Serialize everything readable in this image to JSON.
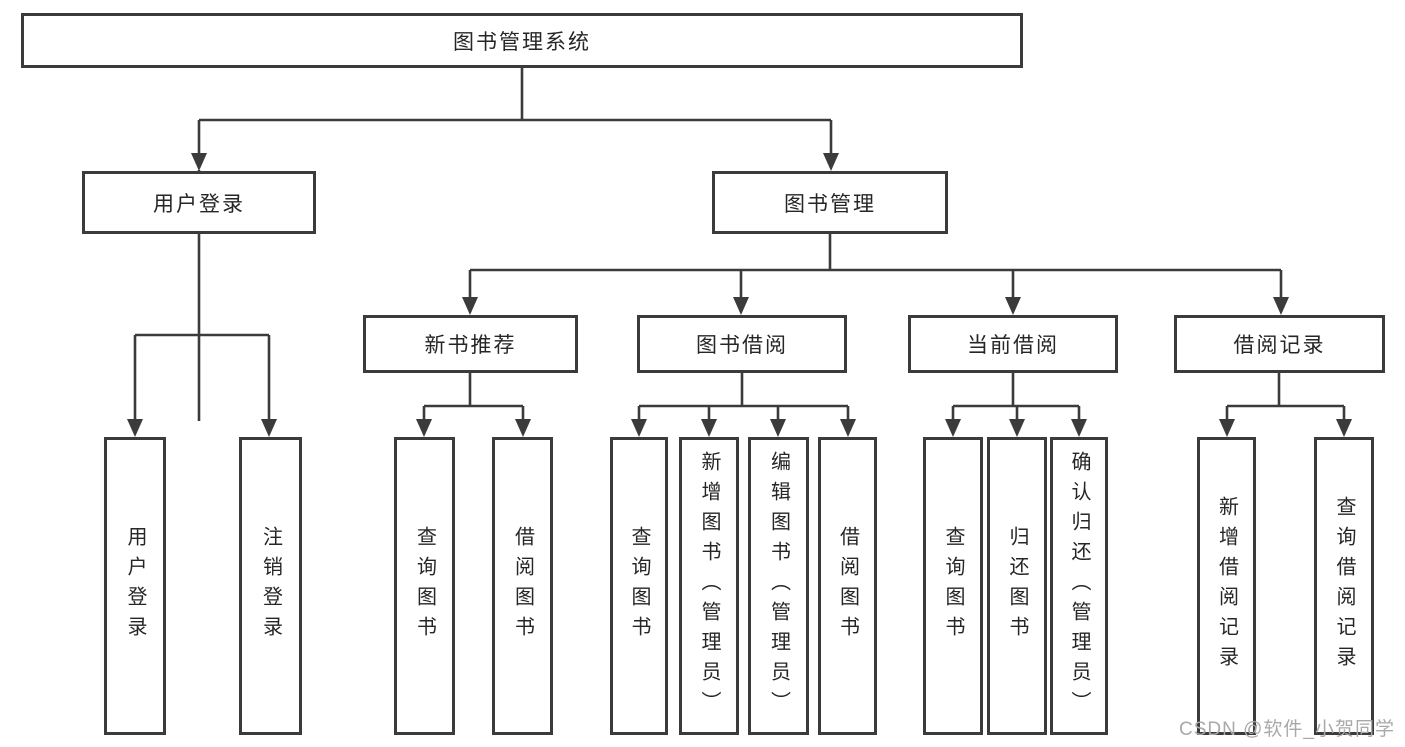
{
  "diagram": {
    "watermark": "CSDN @软件_小贺同学",
    "colors": {
      "box_border": "#3b3b3b",
      "connector_line": "#3b3b3b",
      "text": "#262626",
      "watermark_text": "#a9a9a9",
      "background": "#ffffff"
    },
    "tree": {
      "root": "图书管理系统",
      "children": [
        {
          "label": "用户登录",
          "children": [
            "用户登录",
            "注销登录"
          ]
        },
        {
          "label": "图书管理",
          "children": [
            {
              "label": "新书推荐",
              "children": [
                "查询图书",
                "借阅图书"
              ]
            },
            {
              "label": "图书借阅",
              "children": [
                "查询图书",
                "新增图书（管理员）",
                "编辑图书（管理员）",
                "借阅图书"
              ]
            },
            {
              "label": "当前借阅",
              "children": [
                "查询图书",
                "归还图书",
                "确认归还（管理员）"
              ]
            },
            {
              "label": "借阅记录",
              "children": [
                "新增借阅记录",
                "查询借阅记录"
              ]
            }
          ]
        }
      ]
    }
  }
}
